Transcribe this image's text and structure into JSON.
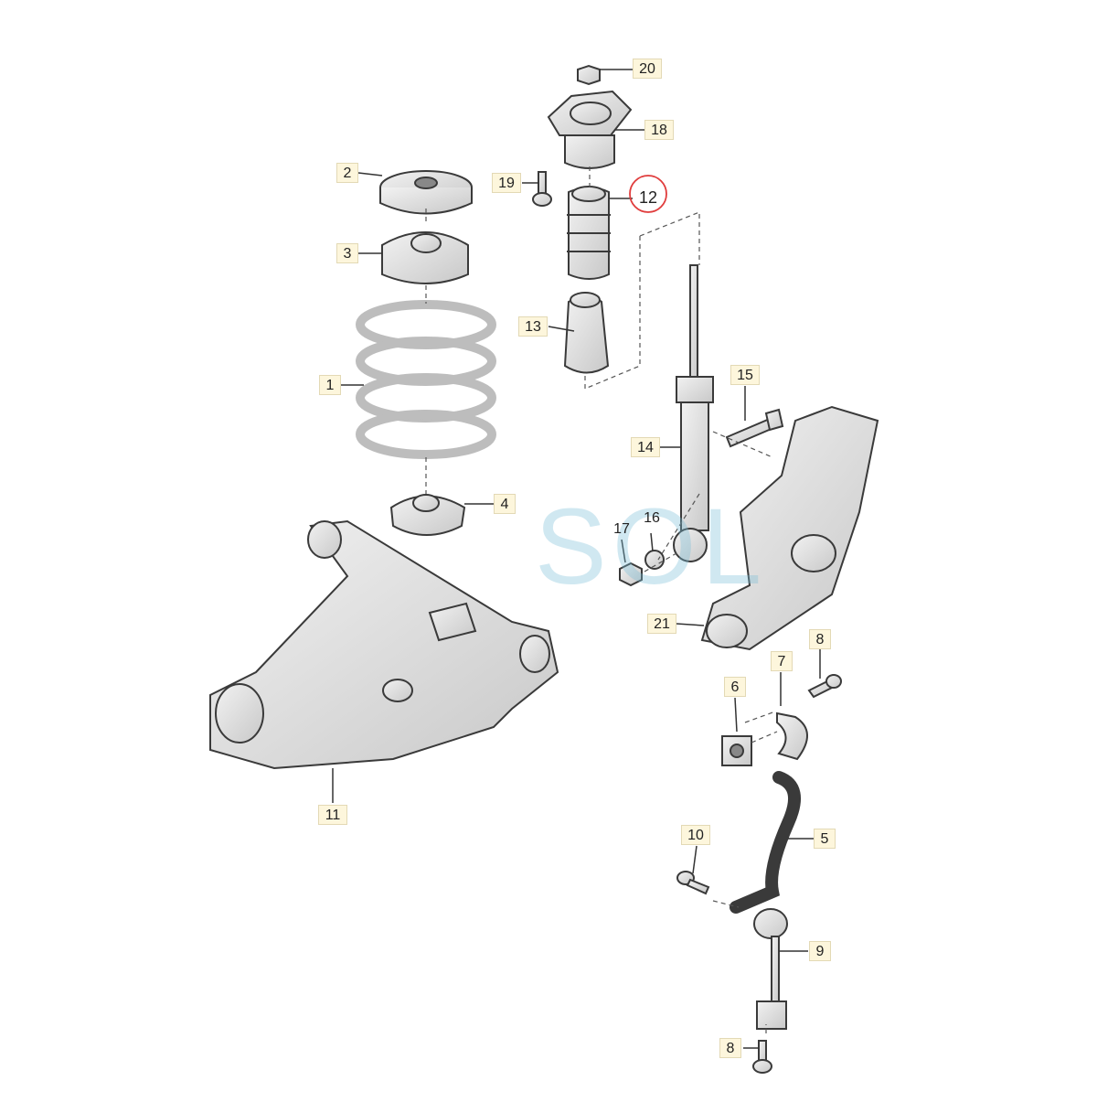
{
  "watermark": {
    "text": "SOL",
    "color": "#78bed7"
  },
  "highlight": {
    "part": "12",
    "color": "#e03c3c"
  },
  "labels": [
    "20",
    "18",
    "19",
    "12",
    "2",
    "3",
    "13",
    "1",
    "15",
    "14",
    "4",
    "17",
    "16",
    "21",
    "8",
    "7",
    "6",
    "11",
    "5",
    "10",
    "9",
    "8"
  ],
  "colors": {
    "part_fill": "#e4e4e4",
    "part_stroke": "#3a3a3a",
    "label_fill": "#fdf6dc",
    "leader": "#333333"
  }
}
